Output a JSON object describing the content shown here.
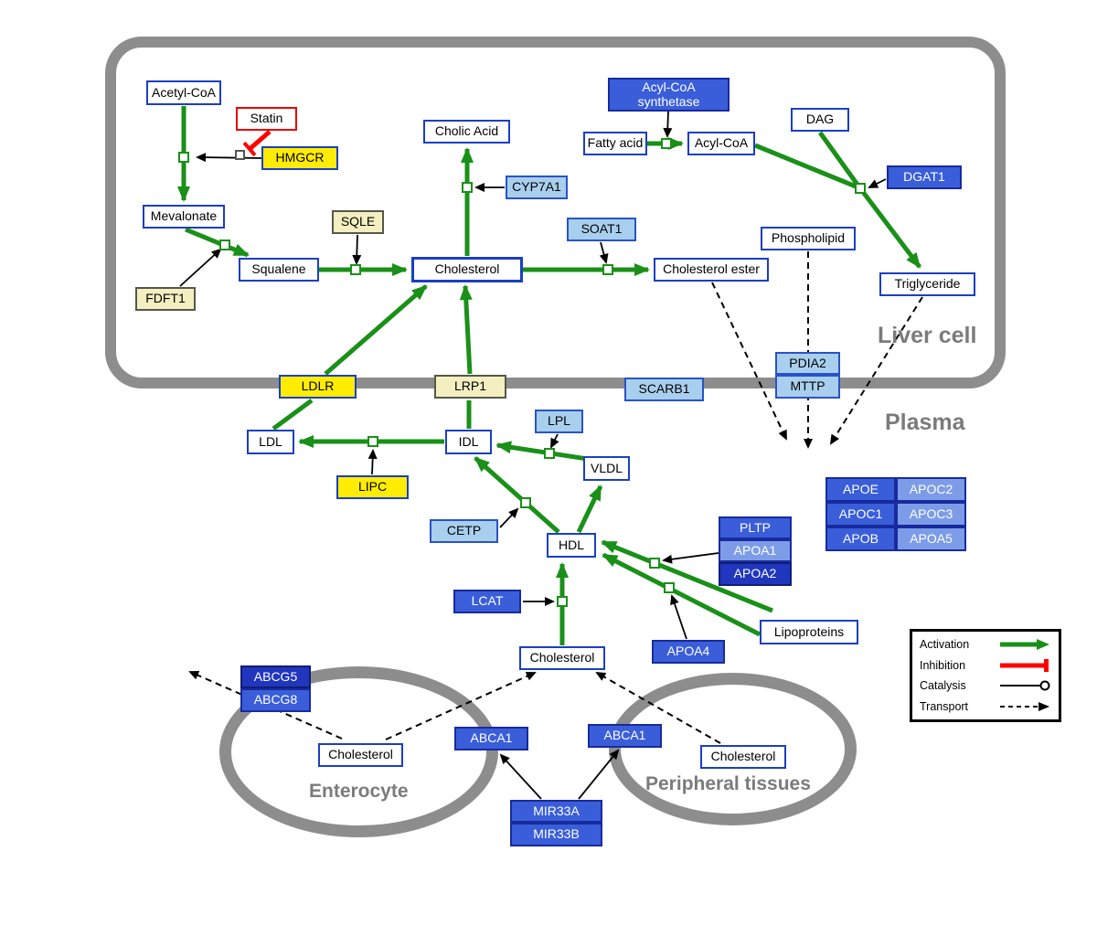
{
  "regions": {
    "liver_cell": "Liver cell",
    "plasma": "Plasma",
    "enterocyte": "Enterocyte",
    "peripheral_tissues": "Peripheral tissues"
  },
  "nodes": {
    "acetyl_coa": "Acetyl-CoA",
    "statin": "Statin",
    "hmgcr": "HMGCR",
    "mevalonate": "Mevalonate",
    "sqle": "SQLE",
    "fdft1": "FDFT1",
    "squalene": "Squalene",
    "cholesterol_liver": "Cholesterol",
    "cholic_acid": "Cholic Acid",
    "cyp7a1": "CYP7A1",
    "soat1": "SOAT1",
    "cholesterol_ester": "Cholesterol ester",
    "acyl_coa_synthetase": "Acyl-CoA synthetase",
    "fatty_acid": "Fatty acid",
    "acyl_coa": "Acyl-CoA",
    "dag": "DAG",
    "dgat1": "DGAT1",
    "phospholipid": "Phospholipid",
    "triglyceride": "Triglyceride",
    "ldlr": "LDLR",
    "lrp1": "LRP1",
    "scarb1": "SCARB1",
    "pdia2": "PDIA2",
    "mttp": "MTTP",
    "ldl": "LDL",
    "idl": "IDL",
    "lpl": "LPL",
    "vldl": "VLDL",
    "lipc": "LIPC",
    "cetp": "CETP",
    "hdl": "HDL",
    "pltp": "PLTP",
    "apoa1": "APOA1",
    "apoa2": "APOA2",
    "apoe": "APOE",
    "apoc2": "APOC2",
    "apoc1": "APOC1",
    "apoc3": "APOC3",
    "apob": "APOB",
    "apoa5": "APOA5",
    "lcat": "LCAT",
    "apoa4": "APOA4",
    "lipoproteins": "Lipoproteins",
    "cholesterol_plasma": "Cholesterol",
    "abcg5": "ABCG5",
    "abcg8": "ABCG8",
    "cholesterol_enterocyte": "Cholesterol",
    "abca1_enterocyte": "ABCA1",
    "abca1_peripheral": "ABCA1",
    "cholesterol_peripheral": "Cholesterol",
    "mir33a": "MIR33A",
    "mir33b": "MIR33B"
  },
  "legend": {
    "activation": "Activation",
    "inhibition": "Inhibition",
    "catalysis": "Catalysis",
    "transport": "Transport"
  },
  "colors": {
    "activation_green": "#1a9018",
    "inhibition_red": "#ff0000",
    "membrane_gray": "#8d8d8d",
    "node_border_blue": "#1a3fc4",
    "node_yellow": "#ffec00",
    "node_cream": "#f3efc0",
    "node_light_blue": "#a9cfee",
    "node_blue": "#3a5ed9",
    "node_blue_light": "#7d9ce8",
    "node_blue_dark": "#2036bd"
  }
}
